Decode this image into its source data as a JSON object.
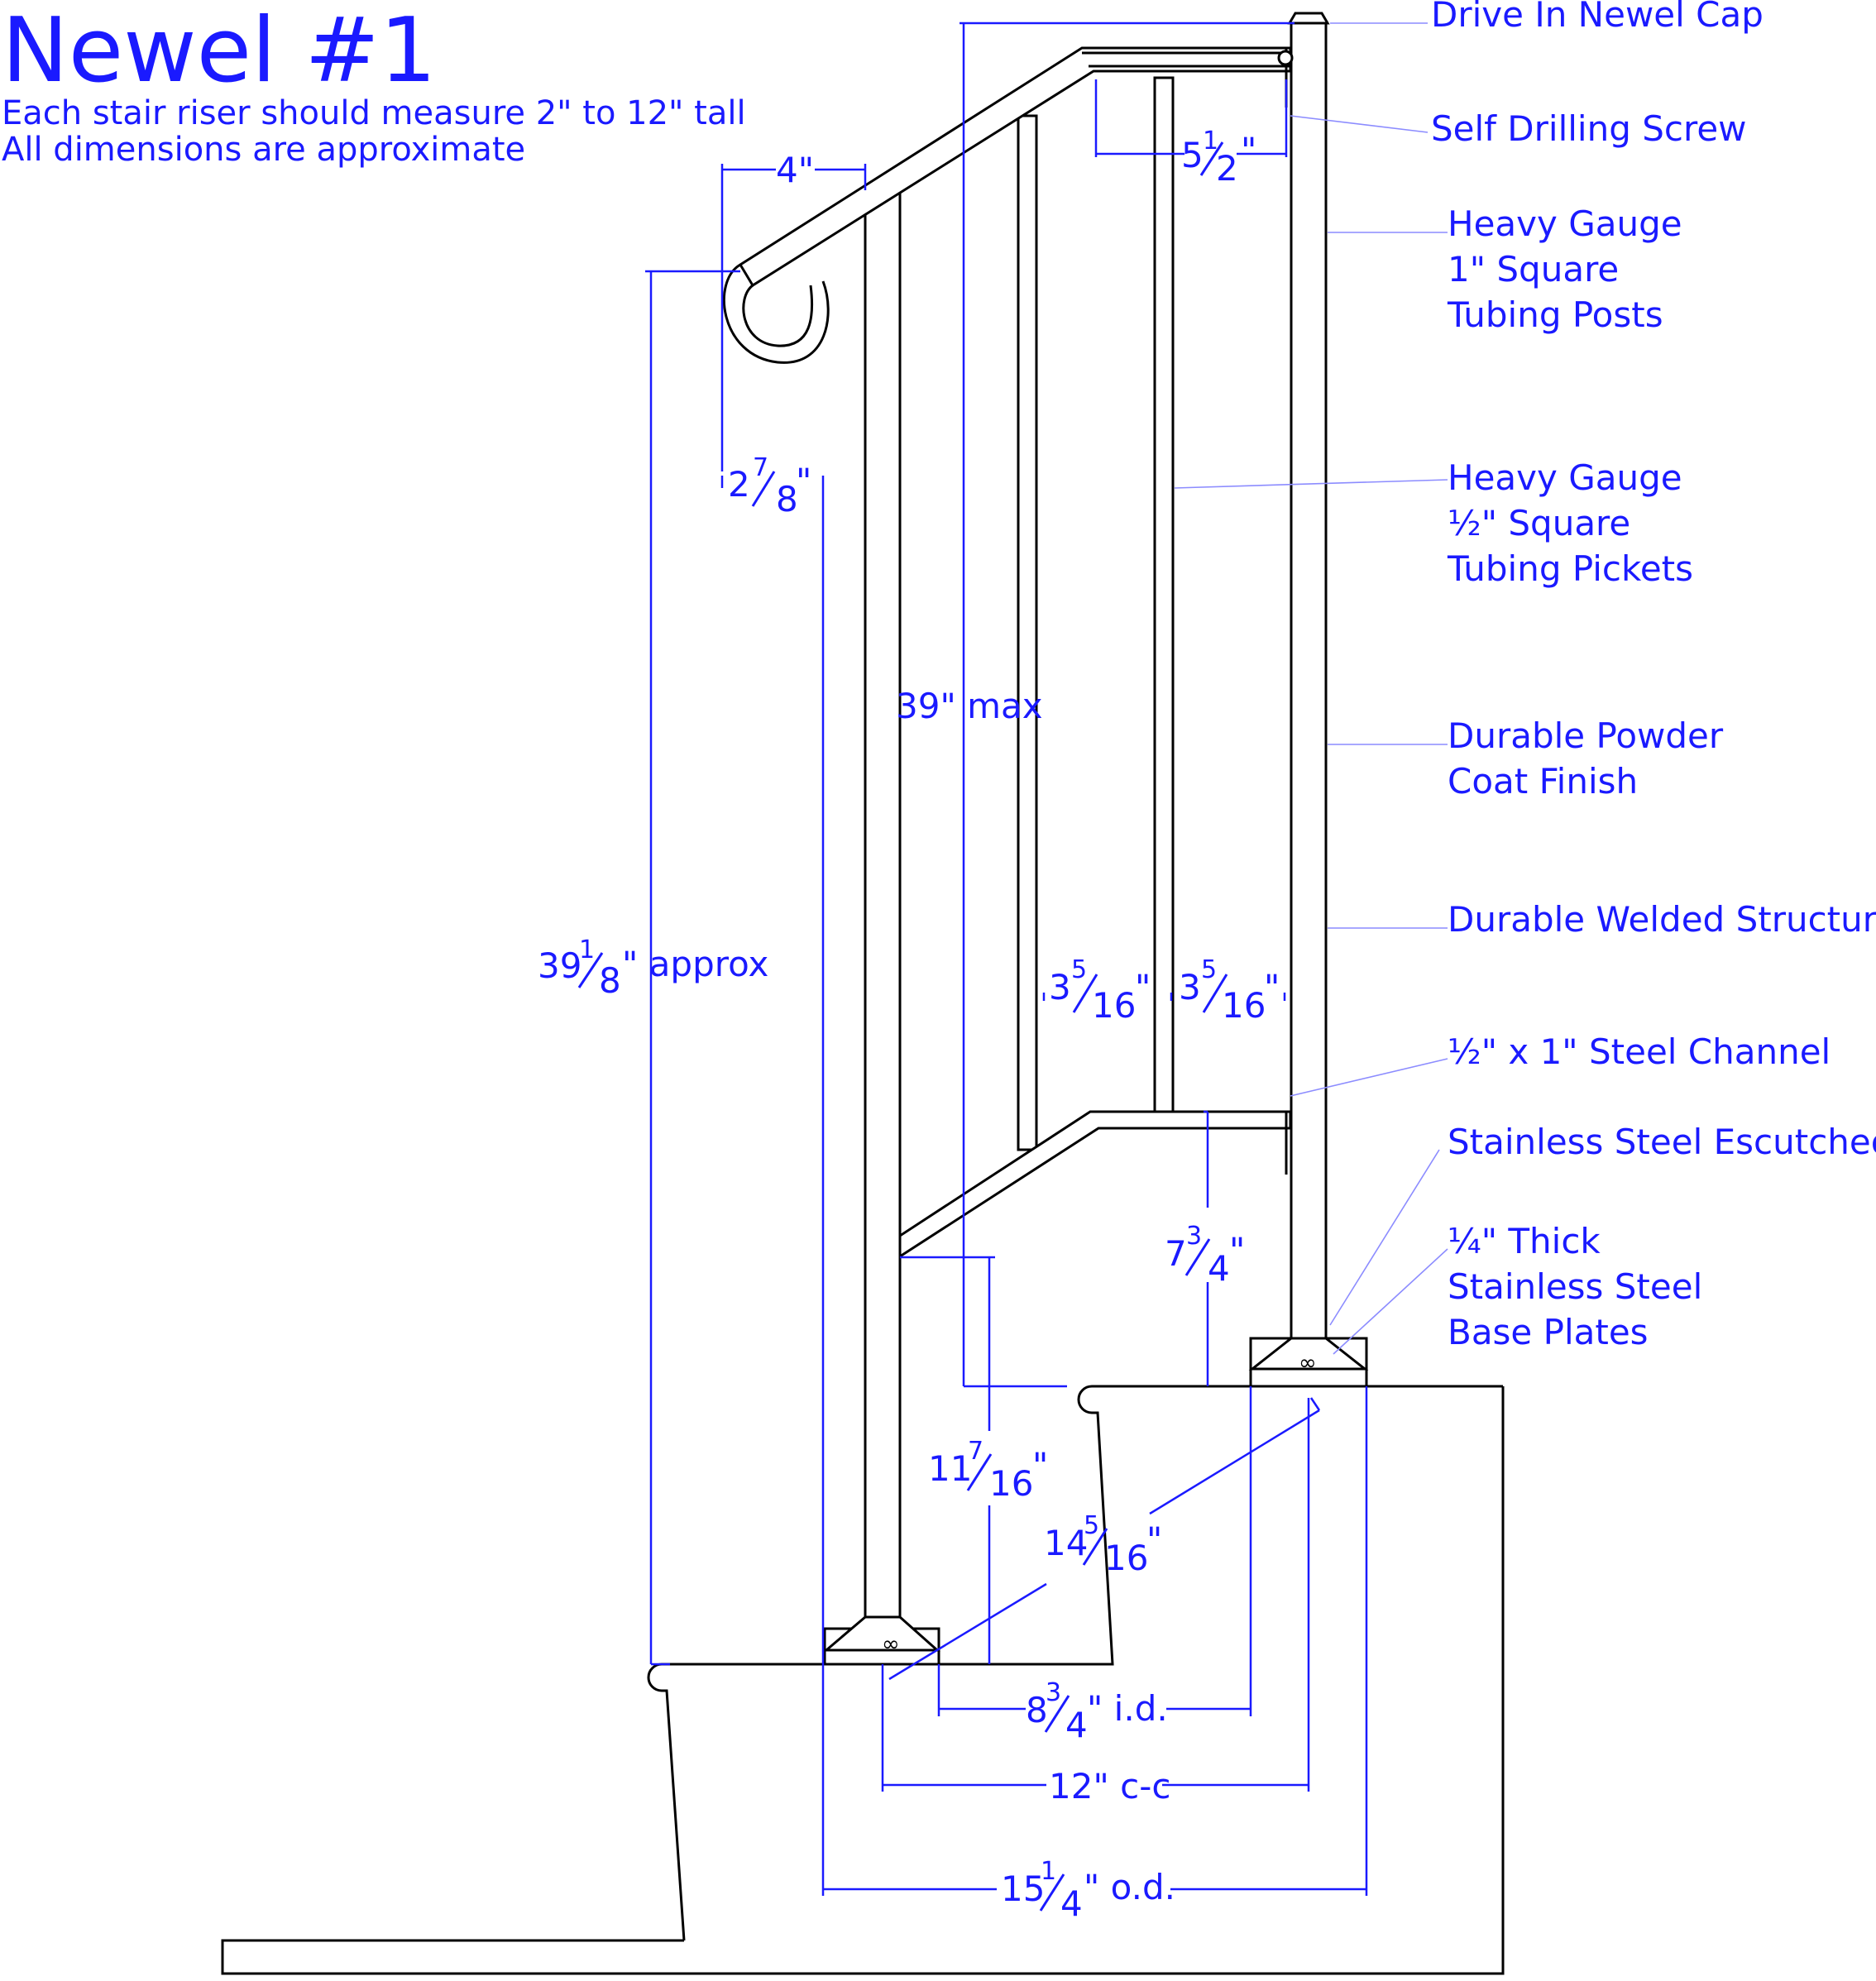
{
  "title": "Newel #1",
  "notes": [
    "Each stair riser should measure 2\" to 12\" tall",
    "All dimensions are approximate"
  ],
  "callouts": [
    {
      "id": "newel-cap",
      "text": [
        "Drive In Newel Cap"
      ]
    },
    {
      "id": "screw",
      "text": [
        "Self Drilling Screw"
      ]
    },
    {
      "id": "posts",
      "text": [
        "Heavy Gauge",
        "1\" Square",
        "Tubing Posts"
      ]
    },
    {
      "id": "pickets",
      "text": [
        "Heavy Gauge",
        "½\" Square",
        "Tubing Pickets"
      ]
    },
    {
      "id": "finish",
      "text": [
        "Durable Powder",
        "Coat Finish"
      ]
    },
    {
      "id": "welded",
      "text": [
        "Durable Welded Structure"
      ]
    },
    {
      "id": "channel",
      "text": [
        "½\" x 1\" Steel Channel"
      ]
    },
    {
      "id": "escutcheon",
      "text": [
        "Stainless Steel Escutcheon"
      ]
    },
    {
      "id": "baseplates",
      "text": [
        "¼\" Thick",
        "Stainless Steel",
        "Base Plates"
      ]
    }
  ],
  "dimensions": {
    "handrail_return": {
      "whole": "",
      "num": "",
      "den": "",
      "suffix": "4\""
    },
    "top_offset": {
      "whole": "5",
      "num": "1",
      "den": "2",
      "suffix": "\""
    },
    "return_drop": {
      "whole": "2",
      "num": "7",
      "den": "8",
      "suffix": "\""
    },
    "max_height": {
      "whole": "",
      "num": "",
      "den": "",
      "suffix": "39\" max"
    },
    "overall_height": {
      "whole": "39",
      "num": "1",
      "den": "8",
      "suffix": "\" approx"
    },
    "picket_spacing_left": {
      "whole": "3",
      "num": "5",
      "den": "16",
      "suffix": "\""
    },
    "picket_spacing_right": {
      "whole": "3",
      "num": "5",
      "den": "16",
      "suffix": "\""
    },
    "bottom_rail_height": {
      "whole": "7",
      "num": "3",
      "den": "4",
      "suffix": "\""
    },
    "lower_rail_height": {
      "whole": "11",
      "num": "7",
      "den": "16",
      "suffix": "\""
    },
    "diagonal": {
      "whole": "14",
      "num": "5",
      "den": "16",
      "suffix": "\""
    },
    "inside_distance": {
      "whole": "8",
      "num": "3",
      "den": "4",
      "suffix": "\" i.d."
    },
    "center_to_center": {
      "whole": "",
      "num": "",
      "den": "",
      "suffix": "12\" c-c"
    },
    "outside_distance": {
      "whole": "15",
      "num": "1",
      "den": "4",
      "suffix": "\" o.d."
    }
  },
  "colors": {
    "dimension": "#1a1aff",
    "structure": "#000000",
    "background": "#ffffff"
  }
}
